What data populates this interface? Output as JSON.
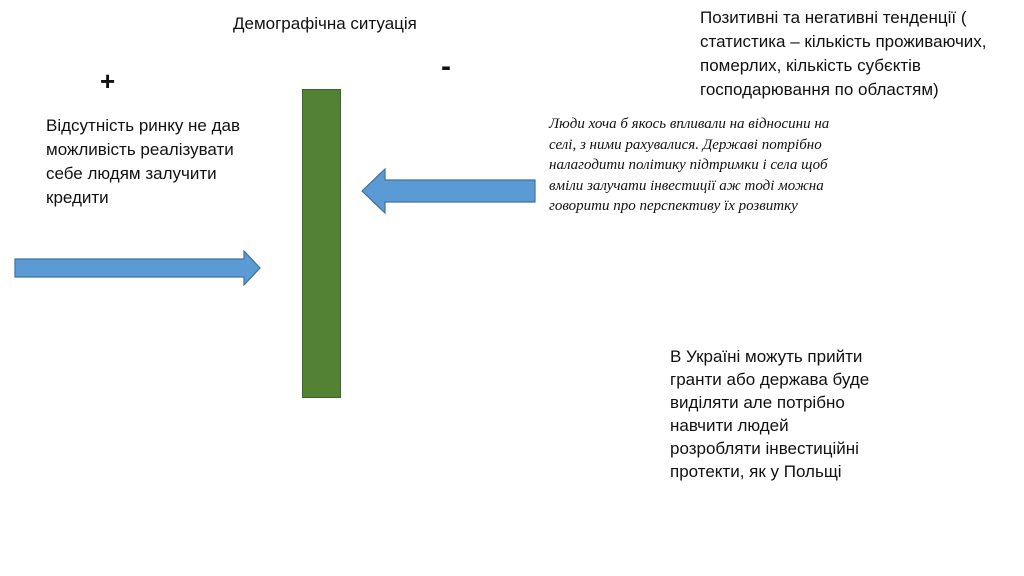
{
  "diagram": {
    "title": "Демографічна ситуація",
    "top_right_note": "Позитивні та негативні тенденції ( статистика – кількість проживаючих, померлих, кількість субєктів господарювання по областям)",
    "plus_sign": "+",
    "minus_sign": "-",
    "left_text": "Відсутність ринку не дав можливість реалізувати себе людям залучити кредити",
    "right_italic_text": "Люди хоча б якось впливали на відносини на селі, з ними рахувалися. Державі потрібно налагодити політику підтримки і села щоб вміли залучати інвестиції аж тоді можна говорити про перспективу їх розвитку",
    "bottom_text": "В Україні можуть прийти гранти або держава буде виділяти але потрібно навчити людей розробляти інвестиційні протекти, як у Польщі",
    "colors": {
      "bar": "#548235",
      "arrow_fill": "#5B9BD5",
      "arrow_stroke": "#41719C"
    }
  }
}
